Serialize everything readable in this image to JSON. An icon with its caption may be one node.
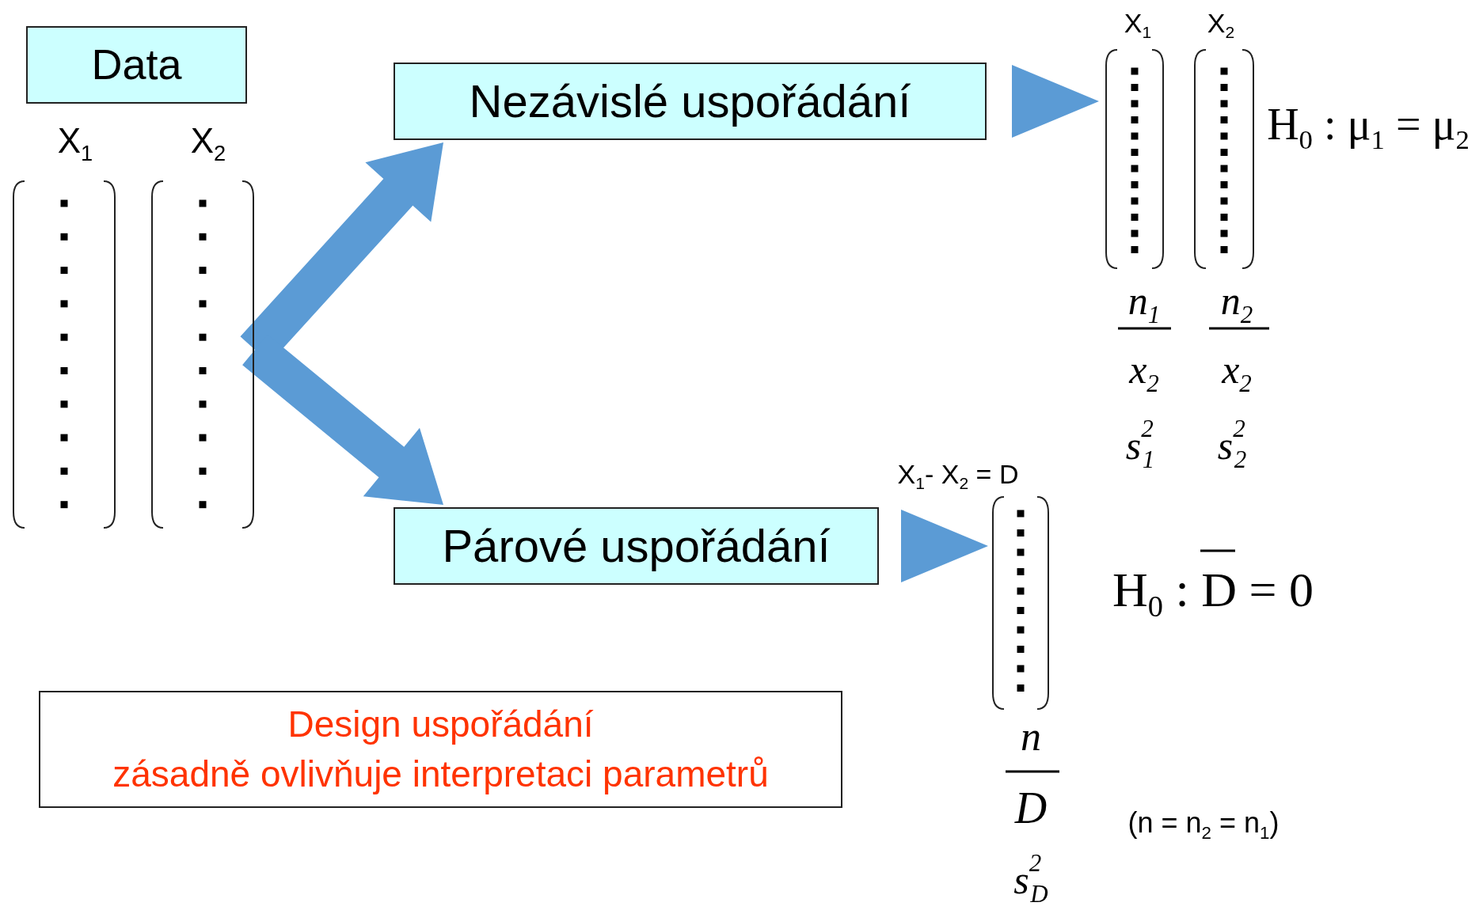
{
  "diagram": {
    "nodes": [
      {
        "text": [
          "Data"
        ]
      },
      {
        "text": [
          "Nezávislé uspořádání"
        ]
      },
      {
        "text": [
          "X$_{1}$",
          "X$_{2}$"
        ]
      },
      {
        "text": [
          "X$_{1}$",
          "X$_{2}$"
        ]
      },
      {
        "text": [
          "Párové uspořádání"
        ]
      },
      {
        "text": [
          "X$_{1}$- X$_{2}$ = D"
        ]
      },
      {
        "text": [
          "Design uspořádání",
          "zásadně ovlivňuje interpretaci parametrů"
        ]
      }
    ],
    "edges": [
      {
        "from": 3,
        "to": 1,
        "arrow": "to",
        "style": "thick"
      },
      {
        "from": 3,
        "to": 4,
        "arrow": "to",
        "style": "thick"
      },
      {
        "from": 1,
        "to": 2,
        "arrow": "to"
      },
      {
        "from": 4,
        "to": 5,
        "arrow": "to"
      }
    ],
    "labels": [
      "H$_{0}$ : μ$_{1}$ = μ$_{2}$",
      "n$_{1}$",
      "n$_{2}$",
      "x$_{2}$",
      "x$_{2}$",
      "s$^{2}$$_{1}$",
      "s$^{2}$$_{2}$",
      "H$_{0}$ : D = 0",
      "n",
      "D",
      "s$^{2}$$_{D}$",
      "(n = n$_{2}$ = n$_{1}$)"
    ]
  }
}
